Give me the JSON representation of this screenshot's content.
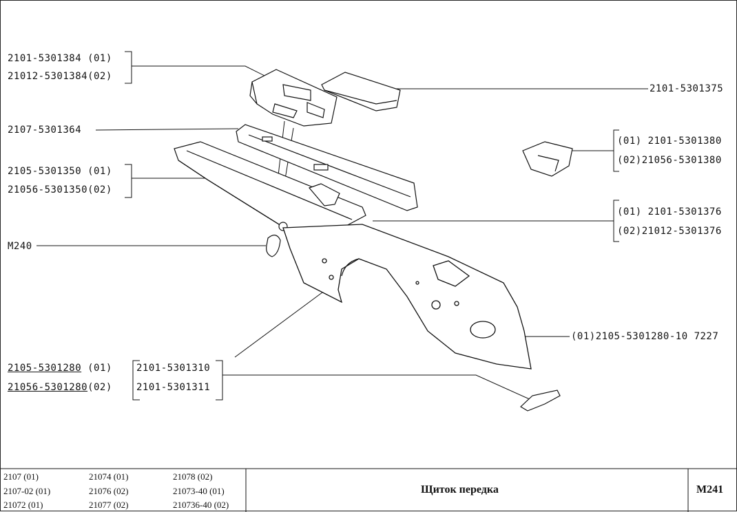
{
  "callouts": {
    "top_left_a": "2101-5301384 (01)",
    "top_left_b": "21012-5301384(02)",
    "c_364": "2107-5301364",
    "c_350_a": "2105-5301350 (01)",
    "c_350_b": "21056-5301350(02)",
    "m240": "M240",
    "bottom_left_a_part": "2105-5301280",
    "bottom_left_a_suffix": " (01)",
    "bottom_left_b_part": "21056-5301280",
    "bottom_left_b_suffix": "(02)",
    "bottom_mid_a": "2101-5301310",
    "bottom_mid_b": "2101-5301311",
    "c_375": "2101-5301375",
    "c_380_a": "(01) 2101-5301380",
    "c_380_b": "(02)21056-5301380",
    "c_376_a": "(01) 2101-5301376",
    "c_376_b": "(02)21012-5301376",
    "c_280_right": "(01)2105-5301280-10 7227"
  },
  "footer": {
    "models": [
      [
        "2107 (01)",
        "21074 (01)",
        "21078 (02)"
      ],
      [
        "2107-02 (01)",
        "21076 (02)",
        "21073-40 (01)"
      ],
      [
        "21072 (01)",
        "21077 (02)",
        "210736-40 (02)"
      ]
    ],
    "title": "Щиток передка",
    "code": "M241"
  }
}
